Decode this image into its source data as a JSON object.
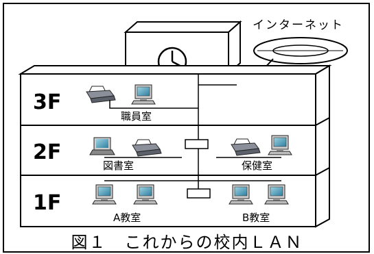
{
  "internet_label": "インターネット",
  "clock_icon": "clock-icon",
  "floors": [
    {
      "label": "3F",
      "rooms": [
        "職員室"
      ]
    },
    {
      "label": "2F",
      "rooms": [
        "図書室",
        "保健室"
      ]
    },
    {
      "label": "1F",
      "rooms": [
        "A教室",
        "B教室"
      ]
    }
  ],
  "devices": {
    "computer": "computer-icon",
    "printer": "printer-icon",
    "laptop": "laptop-icon",
    "hub": "network-hub"
  },
  "caption": "図１　これからの校内ＬＡＮ"
}
